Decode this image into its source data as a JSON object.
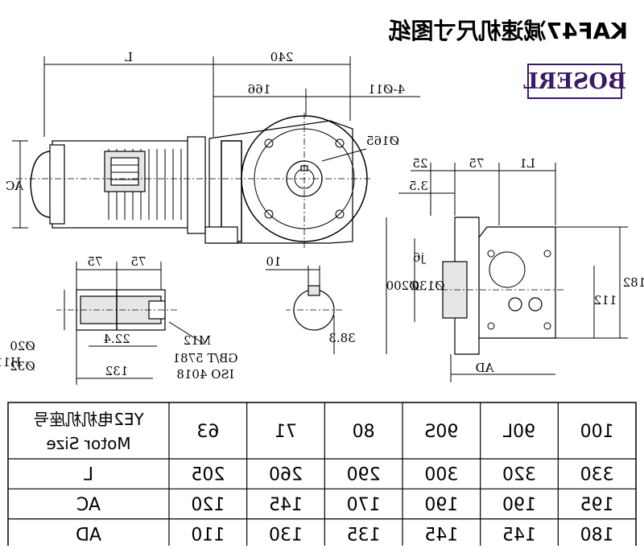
{
  "title": "KAF47减速机尺寸图纸",
  "brand": "BOSERL",
  "dims": {
    "L": "L",
    "d240": "240",
    "d166": "166",
    "holes": "4-Ø11",
    "d165": "Ø165",
    "AC": "AC",
    "d25": "25",
    "d75a": "75",
    "L1": "L1",
    "d3_5": "3.5",
    "d200": "Ø200",
    "d130": "Ø130",
    "tol_j6": "j6",
    "d182": "182",
    "d112": "112",
    "AD": "AD",
    "d75b": "75",
    "d75c": "75",
    "d10": "10",
    "d22_4": "22.4",
    "d20": "Ø20",
    "d32": "Ø32",
    "tol_h11": "H11",
    "d132": "132",
    "d38_3": "38.3",
    "thread": "M12",
    "std1": "GB/T 5781",
    "std2": "ISO 4018"
  },
  "table": {
    "header_label_cn": "YE2电机机座号",
    "header_label_en": "Motor Size",
    "sizes": [
      "63",
      "71",
      "80",
      "90S",
      "90L",
      "100"
    ],
    "rows": [
      {
        "label": "L",
        "values": [
          "205",
          "260",
          "290",
          "300",
          "320",
          "330"
        ]
      },
      {
        "label": "AC",
        "values": [
          "120",
          "145",
          "170",
          "190",
          "190",
          "195"
        ]
      },
      {
        "label": "AD",
        "values": [
          "110",
          "130",
          "135",
          "145",
          "145",
          "180"
        ]
      }
    ]
  }
}
